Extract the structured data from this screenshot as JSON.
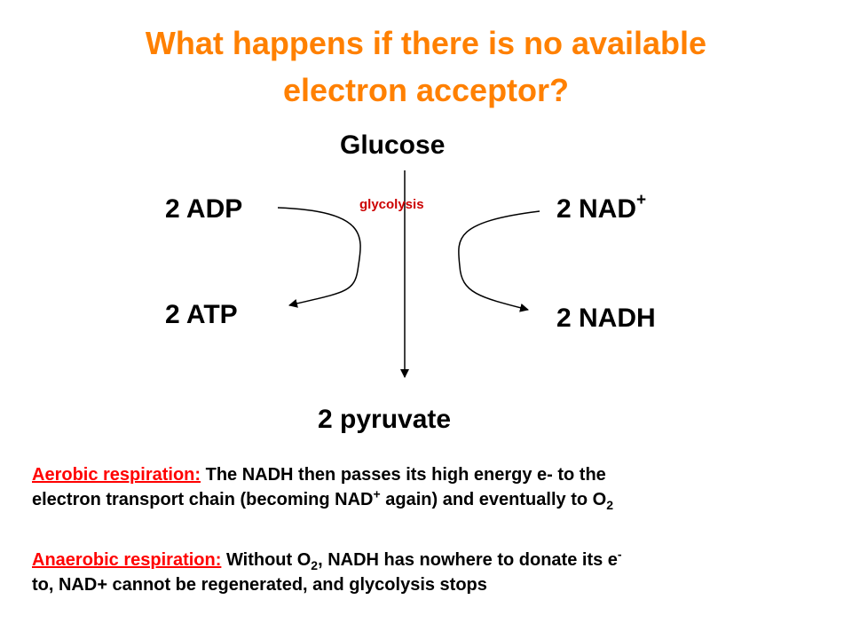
{
  "title_line1": "What happens if there is no available",
  "title_line2": "electron acceptor?",
  "diagram": {
    "glucose": "Glucose",
    "glycolysis": "glycolysis",
    "adp": "2 ADP",
    "atp": "2 ATP",
    "nad_base": "2 NAD",
    "nad_sup": "+",
    "nadh": "2 NADH",
    "pyruvate": "2 pyruvate"
  },
  "aerobic": {
    "heading": "Aerobic respiration:",
    "text1": " The NADH then passes its high energy e- to the",
    "text2a": " electron transport chain (becoming NAD",
    "text2_sup": "+",
    "text2b": " again) and eventually to O",
    "text2_sub": "2"
  },
  "anaerobic": {
    "heading": "Anaerobic respiration:",
    "text1a": " Without O",
    "text1_sub": "2",
    "text1b": ", NADH has nowhere to donate its e",
    "text1_sup": "-",
    "text2": "to, NAD+ cannot be regenerated, and glycolysis stops"
  },
  "colors": {
    "title": "#ff8000",
    "heading": "#ff0000",
    "glycolysis_label": "#cc0000"
  }
}
